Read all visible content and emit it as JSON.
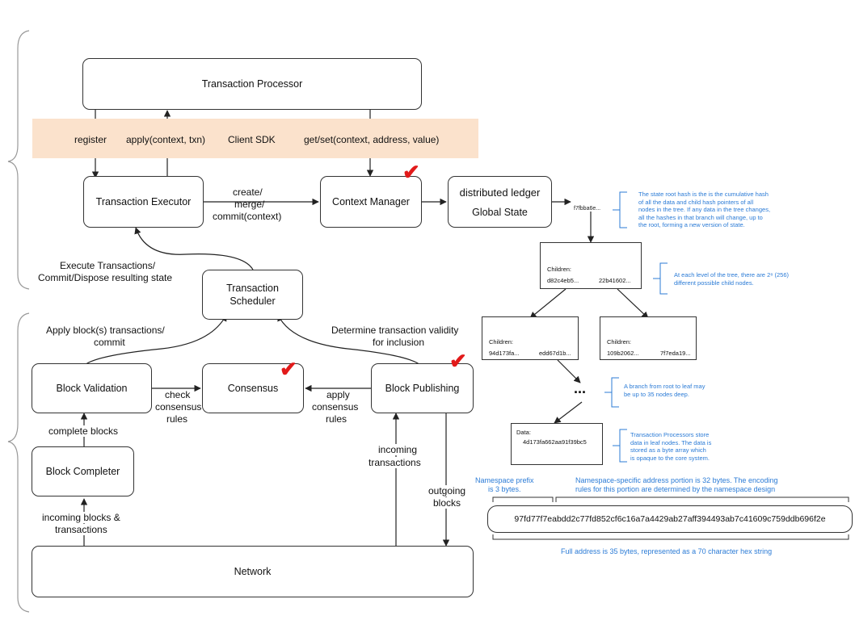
{
  "colors": {
    "sdk_band": "#fbe2cc",
    "note_blue": "#2b7bd6",
    "check_red": "#e21a1a"
  },
  "boxes": {
    "transaction_processor": "Transaction Processor",
    "transaction_executor": "Transaction Executor",
    "context_manager": "Context Manager",
    "ledger_title": "distributed ledger",
    "ledger_sub": "Global State",
    "transaction_scheduler_1": "Transaction",
    "transaction_scheduler_2": "Scheduler",
    "block_validation": "Block Validation",
    "consensus": "Consensus",
    "block_publishing": "Block Publishing",
    "block_completer": "Block Completer",
    "network": "Network"
  },
  "labels": {
    "register": "register",
    "apply": "apply(context, txn)",
    "client_sdk": "Client SDK",
    "getset": "get/set(context, address, value)",
    "create": "create/",
    "merge": "merge/",
    "commit_context": "commit(context)",
    "execute_1": "Execute Transactions/",
    "execute_2": "Commit/Dispose resulting state",
    "apply_block_1": "Apply block(s) transactions/",
    "apply_block_2": "commit",
    "determine_1": "Determine transaction validity",
    "determine_2": "for inclusion",
    "check_1": "check",
    "check_2": "consensus",
    "check_3": "rules",
    "apply_rules_1": "apply",
    "apply_rules_2": "consensus",
    "apply_rules_3": "rules",
    "complete_blocks": "complete blocks",
    "incoming_blocks_1": "incoming blocks &",
    "incoming_blocks_2": "transactions",
    "incoming_tx_1": "incoming",
    "incoming_tx_2": "transactions",
    "outgoing_1": "outgoing",
    "outgoing_2": "blocks"
  },
  "tree": {
    "root_hash": "f7fbba6e...",
    "children_label": "Children:",
    "node1_left": "d82c4eb5...",
    "node1_right": "22b41602...",
    "node2_left": "94d173fa...",
    "node2_right": "edd67d1b...",
    "node3_left": "109b2062...",
    "node3_right": "7f7eda19...",
    "ellipsis": "...",
    "data_label": "Data:",
    "data_value": "4d173fa662aa91f39bc5"
  },
  "notes": {
    "root_1": "The state root hash is the is the cumulative hash",
    "root_2": "of all the data and child hash pointers of all",
    "root_3": "nodes in the tree. If any data in the tree changes,",
    "root_4": "all the hashes in that branch will change, up to",
    "root_5": "the root, forming a new version of state.",
    "level_1": "At each level of the tree, there are 2⁸ (256)",
    "level_2": "different possible child nodes.",
    "branch_1": "A branch from root to leaf may",
    "branch_2": "be up to 35 nodes deep.",
    "leaf_1": "Transaction Processors store",
    "leaf_2": "data in leaf nodes. The data is",
    "leaf_3": "stored as a byte array which",
    "leaf_4": "is opaque to the core system."
  },
  "address": {
    "prefix_1": "Namespace prefix",
    "prefix_2": "is 3 bytes.",
    "specific_1": "Namespace-specific address portion is 32 bytes. The encoding",
    "specific_2": "rules for this portion are determined by the namespace design",
    "value": "97fd77f7eabdd2c77fd852cf6c16a7a4429ab27aff394493ab7c41609c759ddb696f2e",
    "full": "Full address is 35 bytes, represented as a 70 character hex string"
  }
}
